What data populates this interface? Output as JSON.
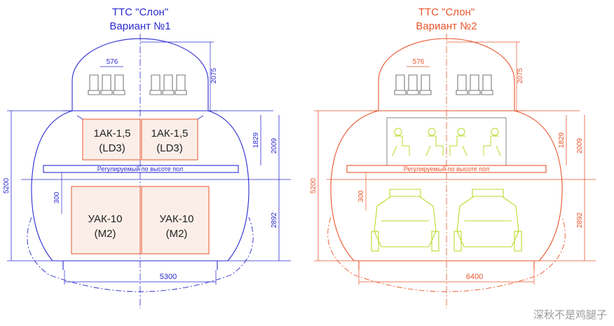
{
  "colors": {
    "v1": "#2a2ad0",
    "v2": "#e8552c",
    "cargo_hatch": "#e8b0a0",
    "cargo_fill": "#fbeee8",
    "equipment": "#b8dc2a",
    "seats": "#7a7a7a"
  },
  "variant1": {
    "title_line1": "ТТС \"Слон\"",
    "title_line2": "Вариант №1",
    "dim_seat": "576",
    "dim_top": "2075",
    "dim_upper": "1829",
    "dim_upper2": "2009",
    "dim_total": "5200",
    "dim_gap": "300",
    "dim_lower": "2892",
    "dim_width": "5300",
    "floor_label": "Регулируемый по высоте пол",
    "containers_upper": [
      {
        "line1": "1АК-1,5",
        "line2": "(LD3)"
      },
      {
        "line1": "1АК-1,5",
        "line2": "(LD3)"
      }
    ],
    "containers_lower": [
      {
        "line1": "УАК-10",
        "line2": "(М2)"
      },
      {
        "line1": "УАК-10",
        "line2": "(М2)"
      }
    ]
  },
  "variant2": {
    "title_line1": "ТТС \"Слон\"",
    "title_line2": "Вариант №2",
    "dim_seat": "576",
    "dim_top": "2075",
    "dim_upper": "1829",
    "dim_upper2": "2009",
    "dim_total": "5200",
    "dim_gap": "300",
    "dim_lower": "2892",
    "dim_width": "6400",
    "floor_label": "Регулируемый по высоте пол"
  },
  "watermark": "深秋不是鸡腿子"
}
